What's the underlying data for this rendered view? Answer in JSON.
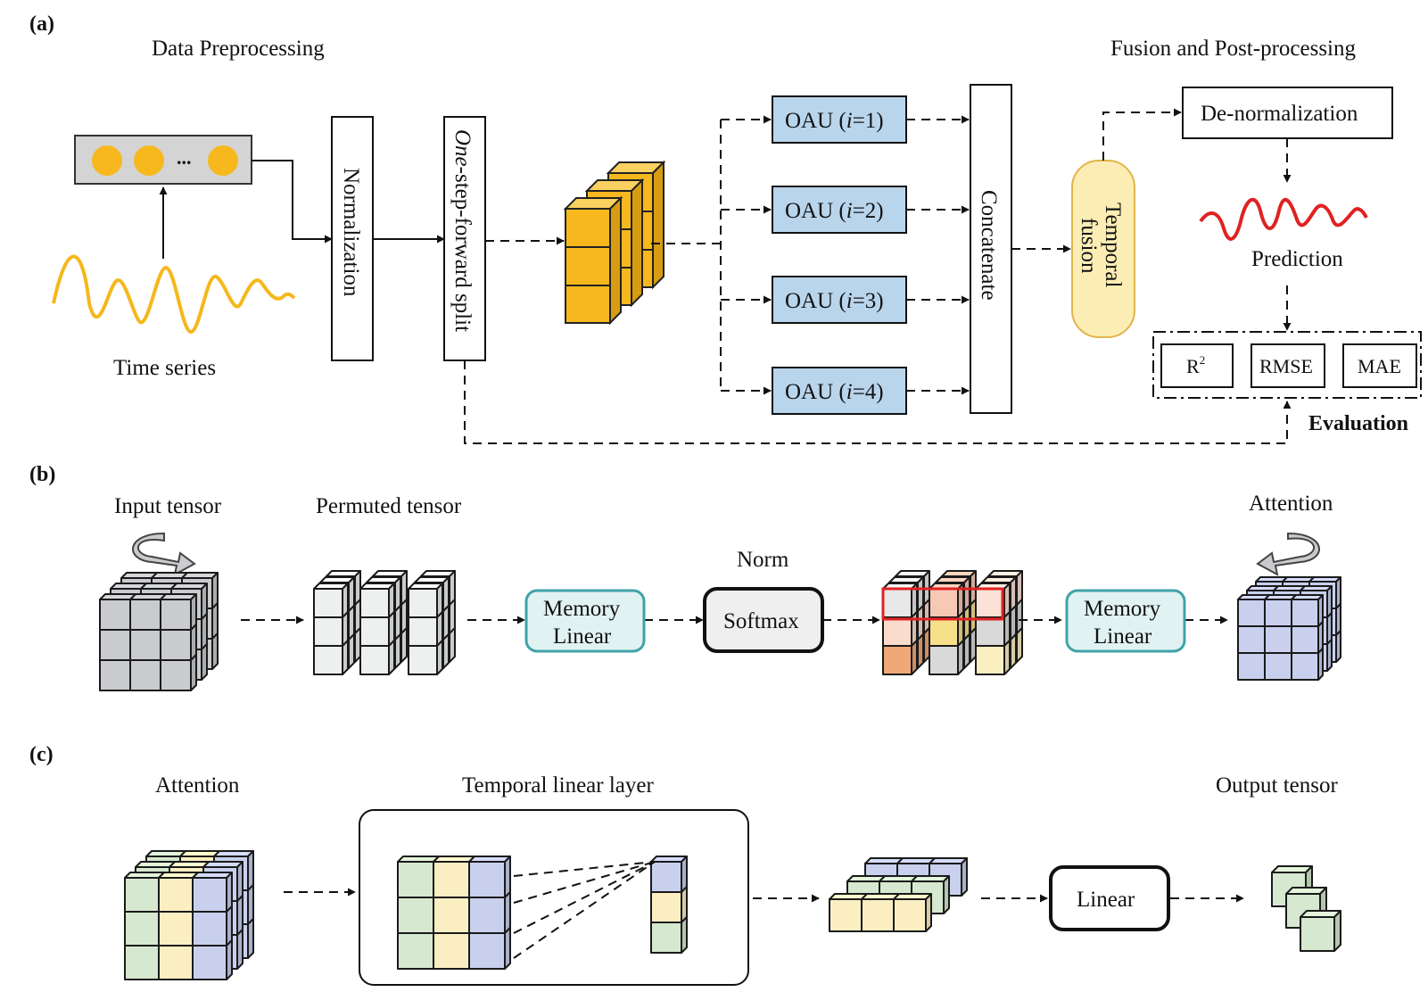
{
  "panels": {
    "a": "(a)",
    "b": "(b)",
    "c": "(c)"
  },
  "panel_a": {
    "data_preprocessing": "Data Preprocessing",
    "fusion_post": "Fusion and Post-processing",
    "time_series": "Time series",
    "ellipsis": "...",
    "normalization": "Normalization",
    "split_italic": "One",
    "split_rest": "-step-forward split",
    "oau_prefix": "OAU (",
    "oau_var": "i",
    "oau_1": "=1)",
    "oau_2": "=2)",
    "oau_3": "=3)",
    "oau_4": "=4)",
    "concatenate": "Concatenate",
    "temporal_fusion_1": "Temporal",
    "temporal_fusion_2": "fusion",
    "denormalization": "De-normalization",
    "prediction": "Prediction",
    "r2": "R",
    "r2_sup": "2",
    "rmse": "RMSE",
    "mae": "MAE",
    "evaluation": "Evaluation"
  },
  "panel_b": {
    "input_tensor": "Input tensor",
    "permuted_tensor": "Permuted tensor",
    "memory_linear_1a": "Memory",
    "memory_linear_1b": "Linear",
    "norm": "Norm",
    "softmax": "Softmax",
    "memory_linear_2a": "Memory",
    "memory_linear_2b": "Linear",
    "attention": "Attention"
  },
  "panel_c": {
    "attention": "Attention",
    "temporal_linear_layer": "Temporal linear layer",
    "linear": "Linear",
    "output_tensor": "Output tensor"
  },
  "colors": {
    "orange": "#F7B81E",
    "oau_blue": "#B9D5EC",
    "fusion_fill": "#FCEDB4",
    "fusion_stroke": "#E2B44A",
    "teal_fill": "#E1F2F2",
    "teal_stroke": "#3FA3A8",
    "red": "#E02222",
    "grey_cube": "#C9CBCE",
    "light_cube": "#EEF0F0",
    "lavender": "#C8D0EE",
    "green": "#D6E8CF",
    "cream": "#FBEFC2"
  }
}
